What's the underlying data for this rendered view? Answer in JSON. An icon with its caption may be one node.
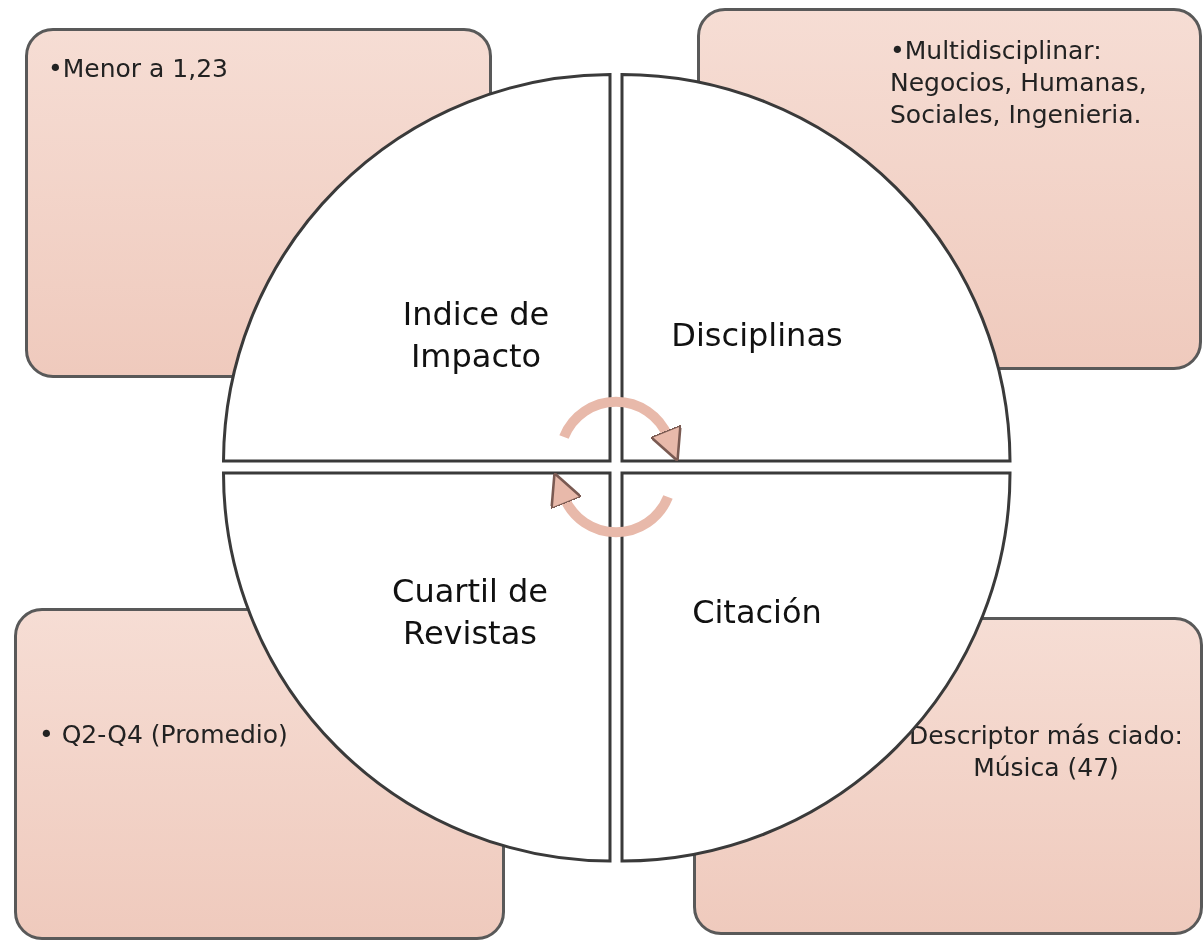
{
  "diagram": {
    "nodes": [
      {
        "text": [
          "•Menor a 1,23"
        ]
      },
      {
        "text": [
          "•Multidisciplinar: Negocios, Humanas, Sociales, Ingenieria."
        ]
      },
      {
        "text": [
          "Indice de Impacto"
        ]
      },
      {
        "text": [
          "Disciplinas"
        ]
      },
      {
        "text": [
          "Cuartil de Revistas"
        ]
      },
      {
        "text": [
          "Citación"
        ]
      },
      {
        "text": [
          "• Q2-Q4 (Promedio)"
        ]
      },
      {
        "text": [
          "Descriptor más ciado: Música (47)"
        ]
      }
    ],
    "edges": [
      {
        "from": 2,
        "to": 3,
        "arrow": "to"
      },
      {
        "from": 5,
        "to": 4,
        "arrow": "to"
      }
    ]
  }
}
